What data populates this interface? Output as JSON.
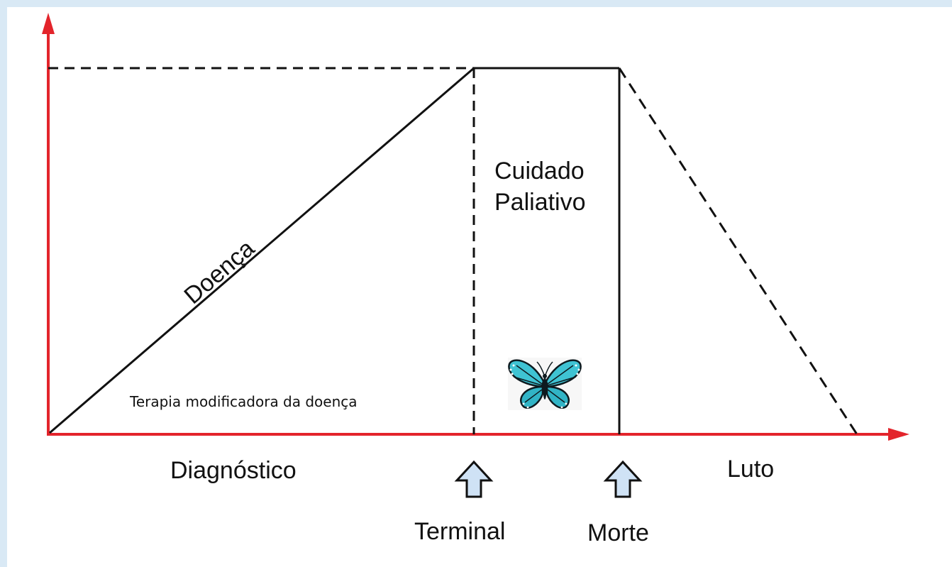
{
  "diagram": {
    "top_axis_fragment": "",
    "line_label": "Doença",
    "therapy_label": "Terapia modificadora da doença",
    "palliative_label_line1": "Cuidado",
    "palliative_label_line2": "Paliativo",
    "phase_diagnosis": "Diagnóstico",
    "phase_grief": "Luto",
    "marker_terminal": "Terminal",
    "marker_death": "Morte",
    "axis_color": "#e3242b",
    "line_color": "#111111",
    "arrow_fill": "#cfe2f5",
    "butterfly_icon": "butterfly-icon"
  }
}
